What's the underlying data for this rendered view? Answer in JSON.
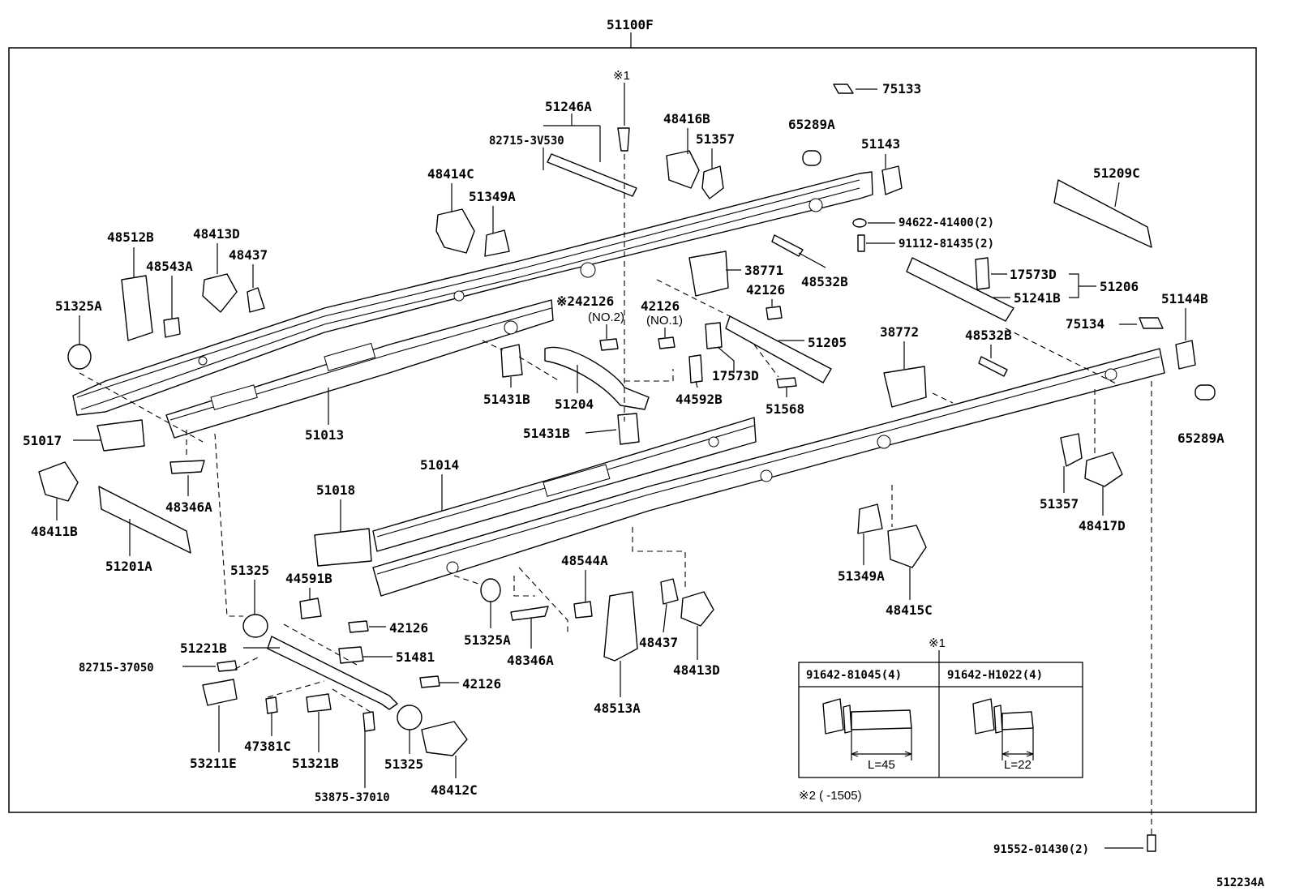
{
  "diagram": {
    "assembly_label": "51100F",
    "corner_code": "512234A",
    "note_symbol_1": "※1",
    "note_2": "※2 (      -1505)",
    "labels": {
      "p51246A": "51246A",
      "p82715_3V530": "82715-3V530",
      "p48416B": "48416B",
      "p51357_top": "51357",
      "p65289A_top": "65289A",
      "p75133": "75133",
      "p51143": "51143",
      "p48414C": "48414C",
      "p51349A_top": "51349A",
      "p51209C": "51209C",
      "p94622": "94622-41400(2)",
      "p91112": "91112-81435(2)",
      "p48512B": "48512B",
      "p48413D_top": "48413D",
      "p48437_top": "48437",
      "p48543A": "48543A",
      "p38771": "38771",
      "p48532B_top": "48532B",
      "p17573D_top": "17573D",
      "p51206": "51206",
      "p51241B": "51241B",
      "p51325A_left": "51325A",
      "p42126_no2": "※242126",
      "p42126_no2_sub": "(NO.2)",
      "p42126_no1": "42126",
      "p42126_no1_sub": "(NO.1)",
      "p42126_mid": "42126",
      "p51205": "51205",
      "p38772": "38772",
      "p48532B_mid": "48532B",
      "p75134": "75134",
      "p51144B": "51144B",
      "p17573D_mid": "17573D",
      "p51431B_a": "51431B",
      "p51204": "51204",
      "p44592B": "44592B",
      "p51568": "51568",
      "p51013": "51013",
      "p51017": "51017",
      "p51431B_b": "51431B",
      "p65289A_right": "65289A",
      "p48346A_left": "48346A",
      "p51014": "51014",
      "p51018": "51018",
      "p48411B": "48411B",
      "p51201A": "51201A",
      "p51357_right": "51357",
      "p48417D": "48417D",
      "p51349A_bottom": "51349A",
      "p48415C": "48415C",
      "p51325_top": "51325",
      "p44591B": "44591B",
      "p48544A": "48544A",
      "p42126_b1": "42126",
      "p51221B": "51221B",
      "p51481": "51481",
      "p82715_37050": "82715-37050",
      "p42126_b2": "42126",
      "p51325A_bottom": "51325A",
      "p48346A_bottom": "48346A",
      "p48437_bottom": "48437",
      "p48413D_bottom": "48413D",
      "p48513A": "48513A",
      "p53211E": "53211E",
      "p47381C": "47381C",
      "p51321B": "51321B",
      "p51325_bottom": "51325",
      "p48412C": "48412C",
      "p53875": "53875-37010",
      "p91552": "91552-01430(2)"
    },
    "inset": {
      "col1_header": "91642-81045(4)",
      "col2_header": "91642-H1022(4)",
      "col1_length": "L=45",
      "col2_length": "L=22"
    }
  }
}
